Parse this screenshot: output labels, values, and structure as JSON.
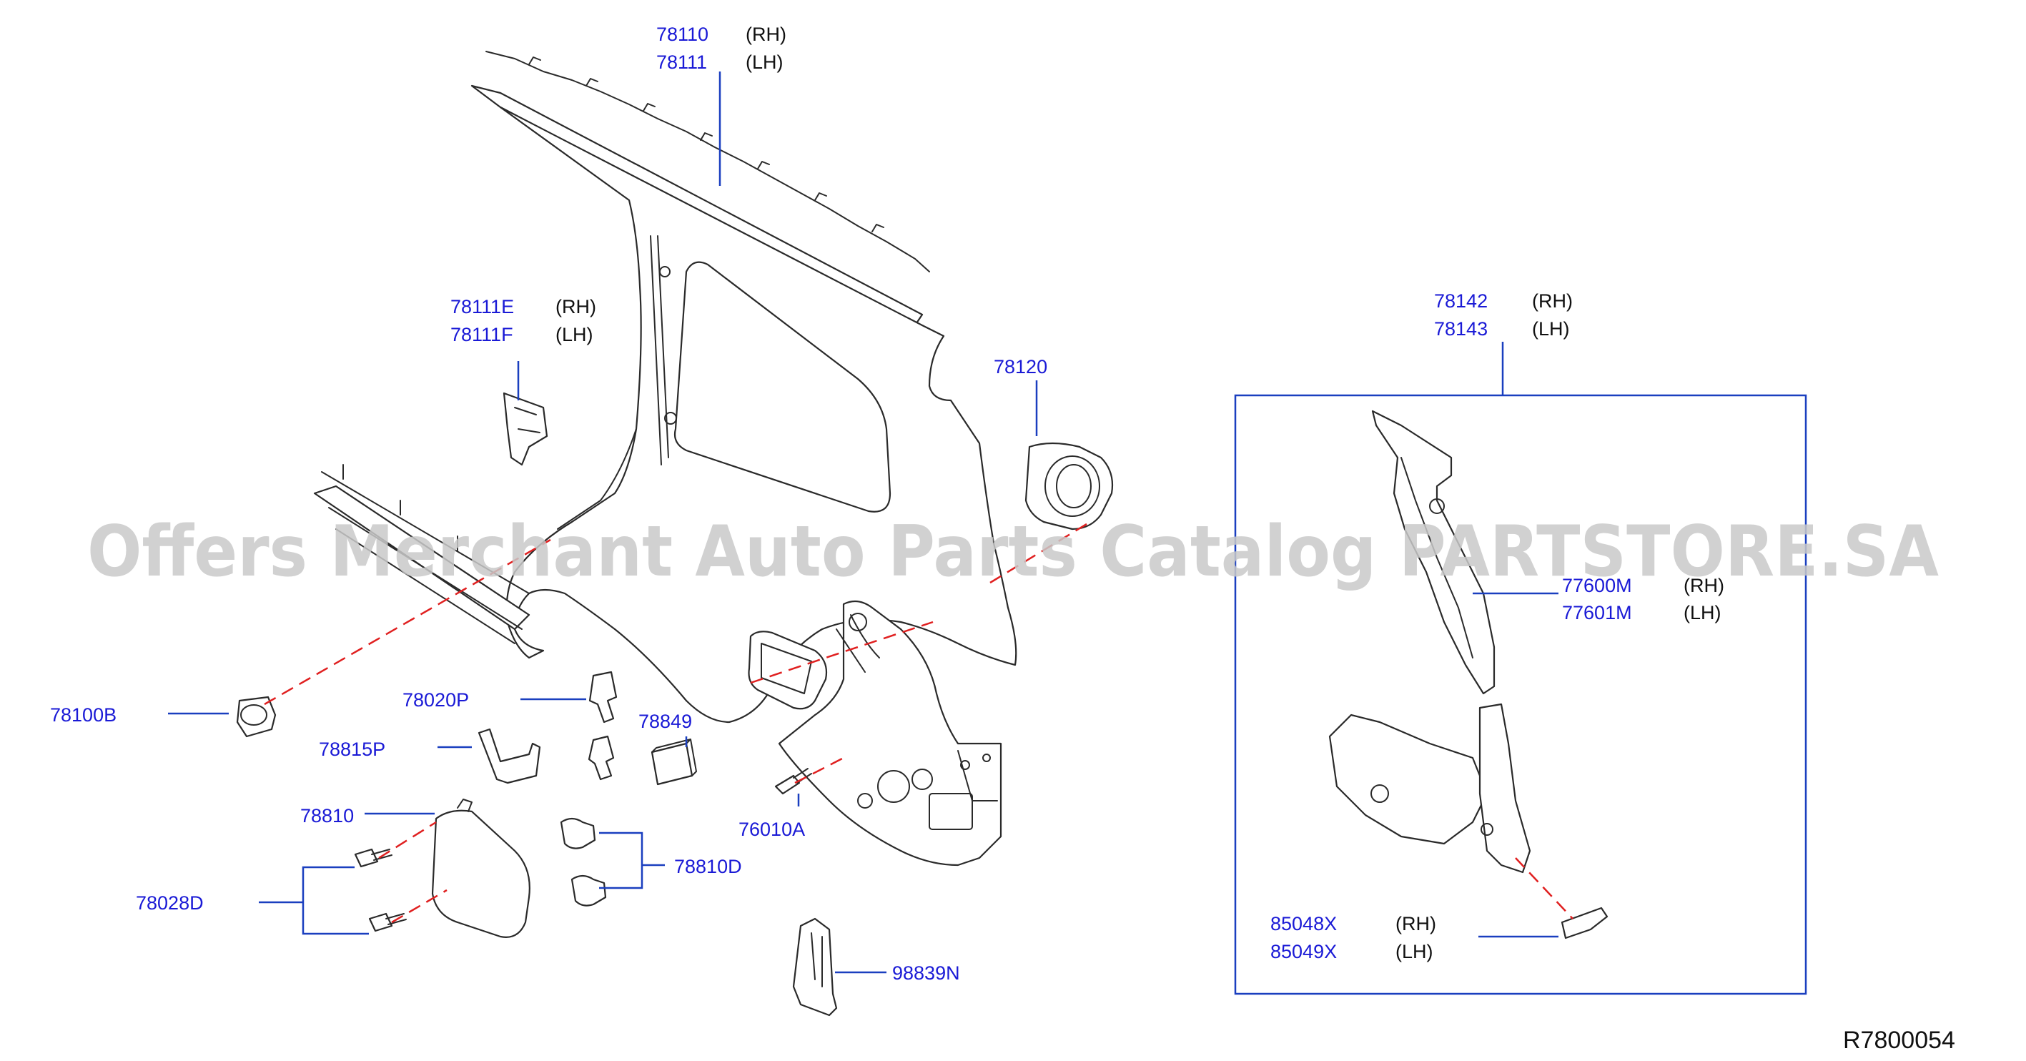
{
  "watermark": "Offers Merchant Auto Parts Catalog PARTSTORE.SA",
  "reference": "R7800054",
  "callouts": [
    {
      "id": "78110",
      "side": "(RH)"
    },
    {
      "id": "78111",
      "side": "(LH)"
    },
    {
      "id": "78111E",
      "side": "(RH)"
    },
    {
      "id": "78111F",
      "side": "(LH)"
    },
    {
      "id": "78120"
    },
    {
      "id": "78142",
      "side": "(RH)"
    },
    {
      "id": "78143",
      "side": "(LH)"
    },
    {
      "id": "77600M",
      "side": "(RH)"
    },
    {
      "id": "77601M",
      "side": "(LH)"
    },
    {
      "id": "78100B"
    },
    {
      "id": "78020P"
    },
    {
      "id": "78849"
    },
    {
      "id": "78815P"
    },
    {
      "id": "76010A"
    },
    {
      "id": "78810"
    },
    {
      "id": "78810D"
    },
    {
      "id": "78028D"
    },
    {
      "id": "85048X",
      "side": "(RH)"
    },
    {
      "id": "85049X",
      "side": "(LH)"
    },
    {
      "id": "98839N"
    }
  ]
}
